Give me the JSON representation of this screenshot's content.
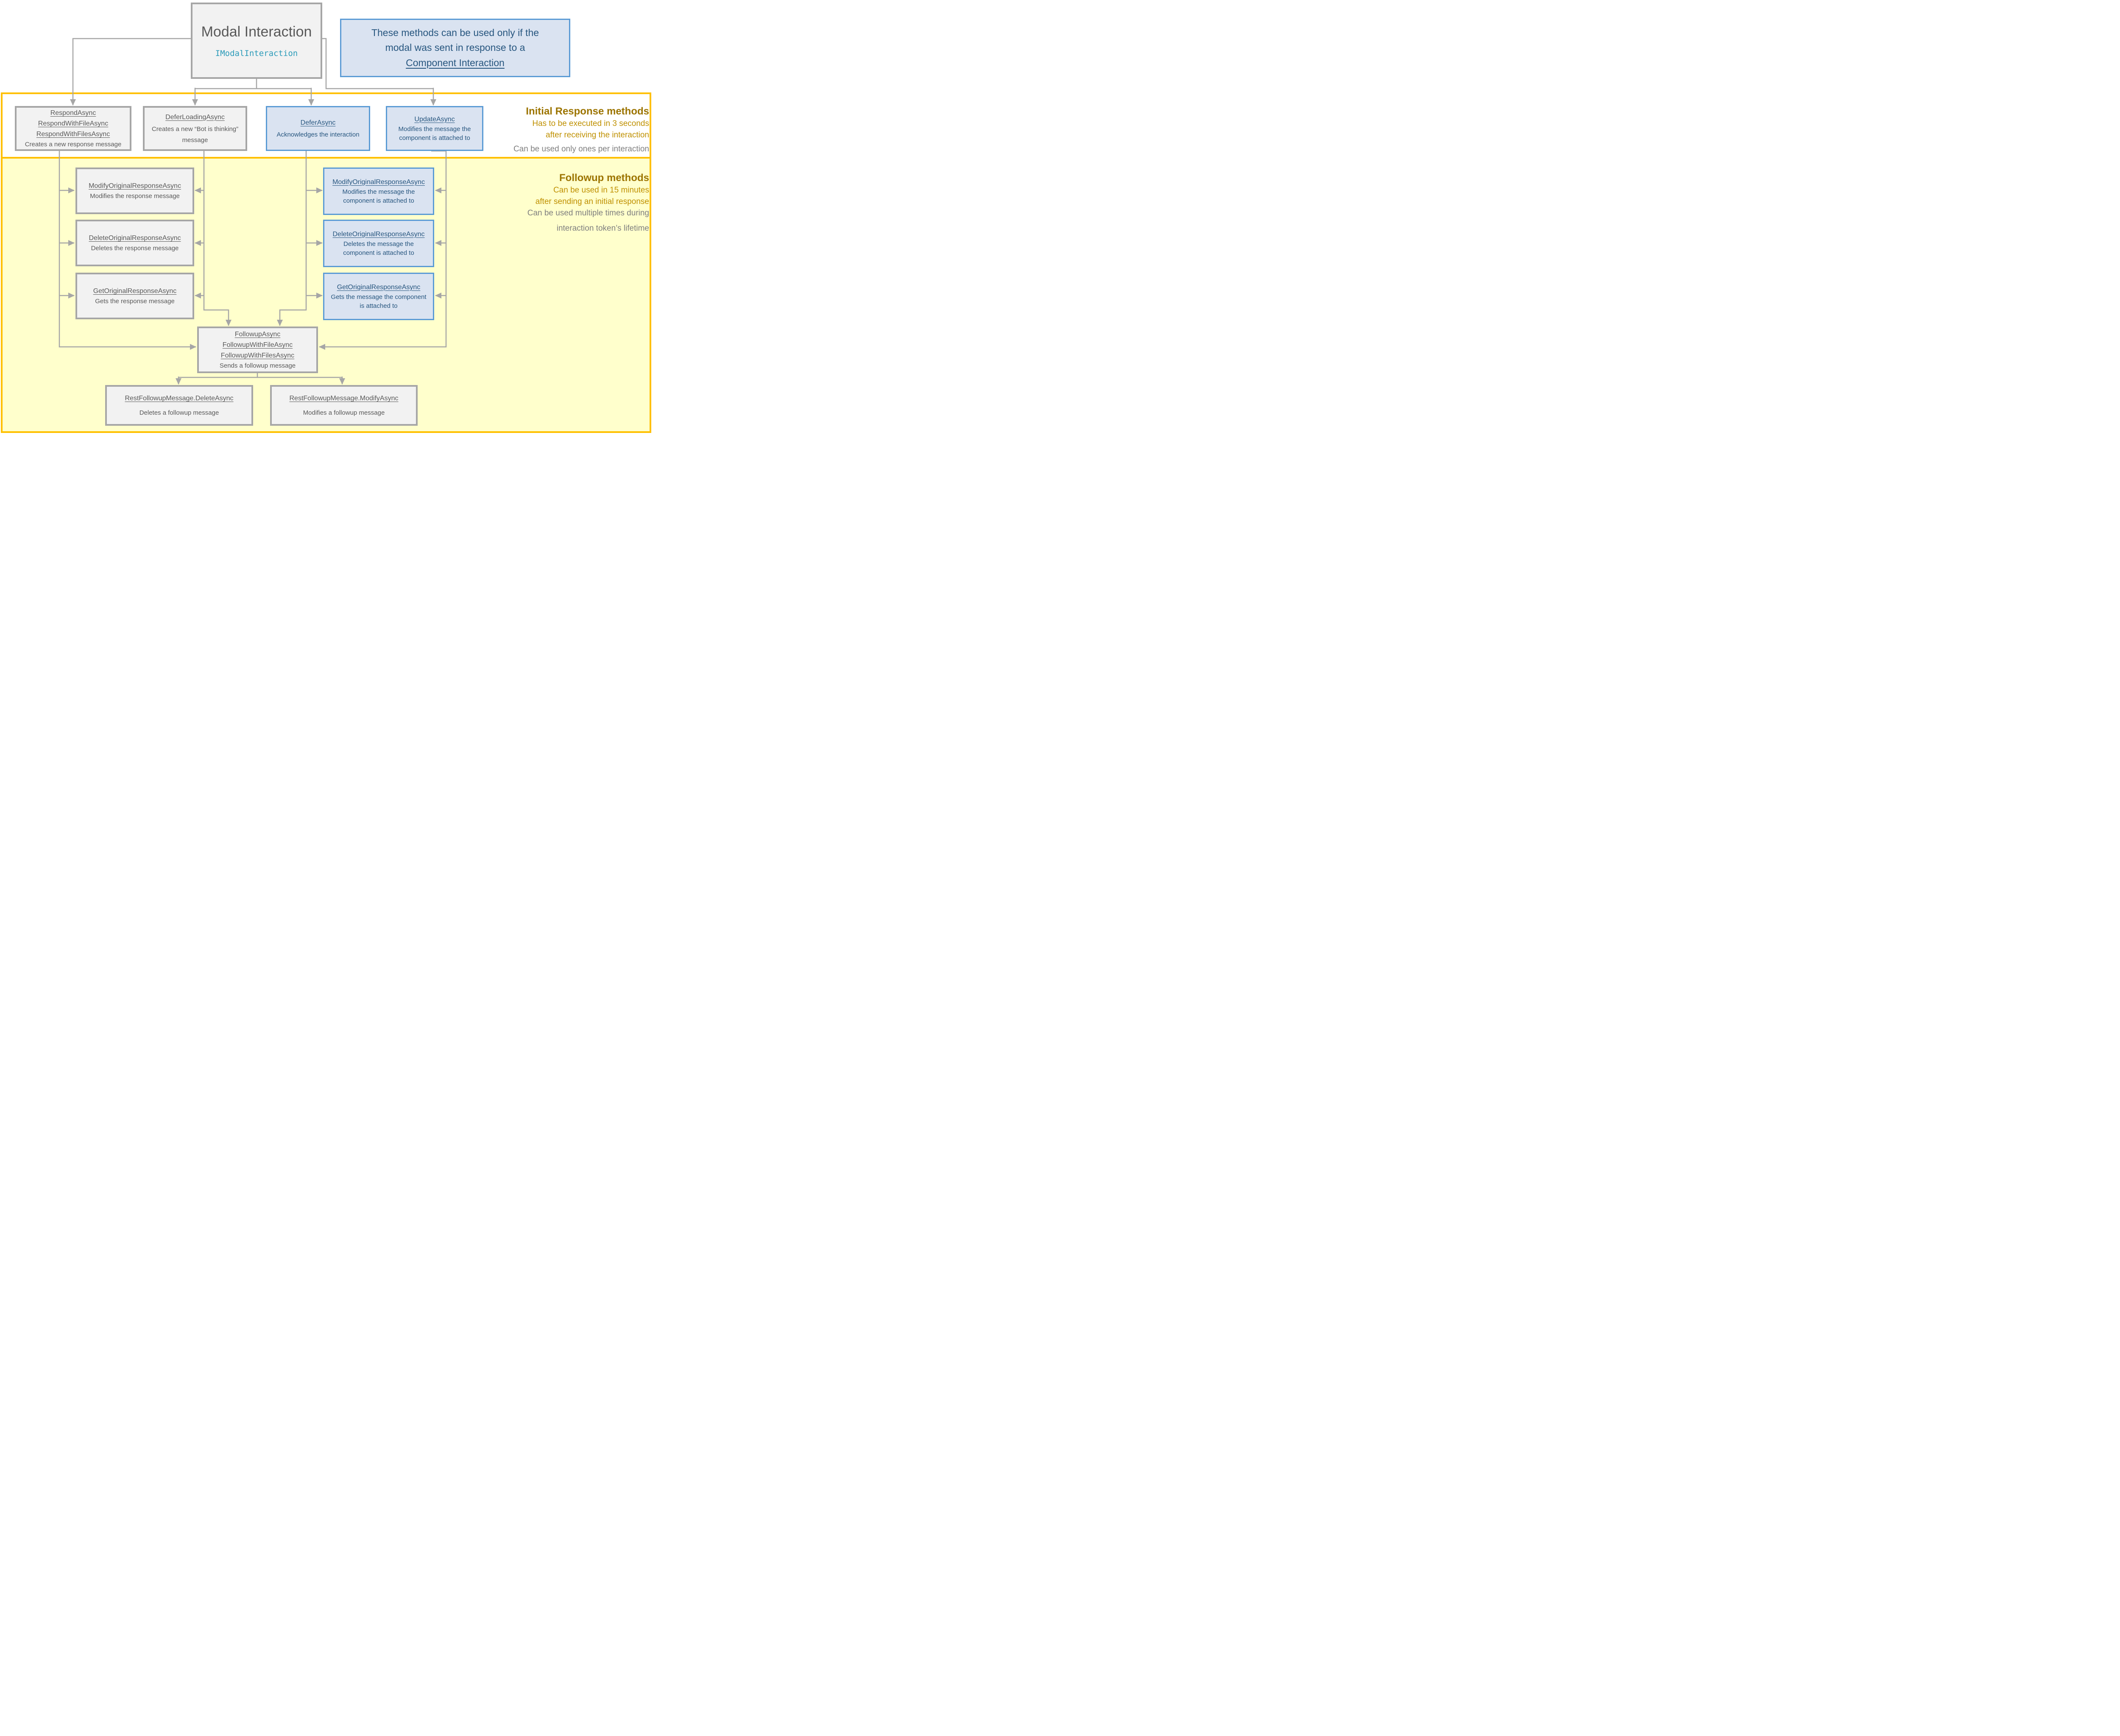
{
  "colors": {
    "band_border": "#ffc000",
    "followup_fill": "#ffffcc",
    "gray_box_fill": "#f2f2f2",
    "gray_box_border": "#a6a6a6",
    "blue_box_fill": "#dae3f1",
    "blue_box_border": "#5b9bd5",
    "gray_text": "#595959",
    "blue_text": "#27567f",
    "teal_text": "#2b9bb9",
    "heading_gold": "#9c7400",
    "note_gold": "#bf9000",
    "note_gray": "#7f7f7f"
  },
  "title_box": {
    "title": "Modal Interaction",
    "interface_name": "IModalInteraction"
  },
  "note_box": {
    "lines": [
      "These methods can be used only if the",
      "modal was sent in response to a"
    ],
    "link_text": "Component Interaction"
  },
  "initial_section": {
    "heading": "Initial Response methods",
    "timing_lines": [
      "Has to be executed in 3 seconds",
      "after receiving the interaction"
    ],
    "usage_note": "Can be used only ones per interaction",
    "boxes": [
      {
        "methods": [
          "RespondAsync",
          "RespondWithFileAsync",
          "RespondWithFilesAsync"
        ],
        "description": "Creates a new response message"
      },
      {
        "methods": [
          "DeferLoadingAsync"
        ],
        "description": "Creates a new “Bot is thinking” message"
      },
      {
        "methods": [
          "DeferAsync"
        ],
        "description": "Acknowledges the interaction"
      },
      {
        "methods": [
          "UpdateAsync"
        ],
        "description": "Modifies the message the component is attached to"
      }
    ]
  },
  "followup_section": {
    "heading": "Followup methods",
    "timing_lines": [
      "Can be used in 15 minutes",
      "after sending an initial response"
    ],
    "usage_lines": [
      "Can be used multiple times during",
      "interaction token’s lifetime"
    ],
    "response_boxes": [
      {
        "methods": [
          "ModifyOriginalResponseAsync"
        ],
        "description": "Modifies the response message"
      },
      {
        "methods": [
          "DeleteOriginalResponseAsync"
        ],
        "description": "Deletes the response message"
      },
      {
        "methods": [
          "GetOriginalResponseAsync"
        ],
        "description": "Gets the response message"
      }
    ],
    "component_boxes": [
      {
        "methods": [
          "ModifyOriginalResponseAsync"
        ],
        "description": "Modifies the message the component is attached to"
      },
      {
        "methods": [
          "DeleteOriginalResponseAsync"
        ],
        "description": "Deletes the message the component is attached to"
      },
      {
        "methods": [
          "GetOriginalResponseAsync"
        ],
        "description": "Gets the message the component is attached to"
      }
    ],
    "followup_box": {
      "methods": [
        "FollowupAsync",
        "FollowupWithFileAsync",
        "FollowupWithFilesAsync"
      ],
      "description": "Sends a followup message"
    },
    "rest_boxes": [
      {
        "methods": [
          "RestFollowupMessage.DeleteAsync"
        ],
        "description": "Deletes a followup message"
      },
      {
        "methods": [
          "RestFollowupMessage.ModifyAsync"
        ],
        "description": "Modifies a followup message"
      }
    ]
  }
}
